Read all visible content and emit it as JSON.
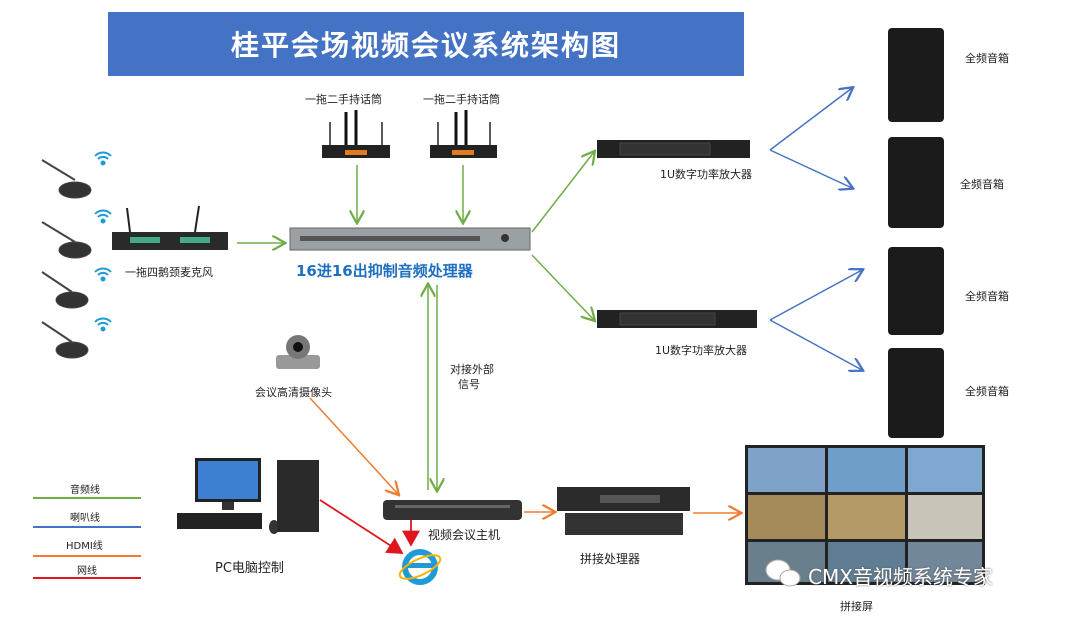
{
  "title": "桂平会场视频会议系统架构图",
  "labels": {
    "handheld_mic_1": "一拖二手持话筒",
    "handheld_mic_2": "一拖二手持话筒",
    "gooseneck_mic": "一拖四鹅颈麦克风",
    "processor": "16进16出抑制音频处理器",
    "amp_1": "1U数字功率放大器",
    "amp_2": "1U数字功率放大器",
    "speaker_1": "全频音箱",
    "speaker_2": "全频音箱",
    "speaker_3": "全频音箱",
    "speaker_4": "全频音箱",
    "camera": "会议高清摄像头",
    "external_signal_1": "对接外部",
    "external_signal_2": "信号",
    "host": "视频会议主机",
    "pc": "PC电脑控制",
    "splicer": "拼接处理器",
    "video_wall": "拼接屏"
  },
  "legend": [
    {
      "label": "音频线",
      "color": "#70ad47"
    },
    {
      "label": "喇叭线",
      "color": "#4472c4"
    },
    {
      "label": "HDMI线",
      "color": "#ed7d31"
    },
    {
      "label": "网线",
      "color": "#e0161e"
    }
  ],
  "watermark": "CMX音视频系统专家"
}
